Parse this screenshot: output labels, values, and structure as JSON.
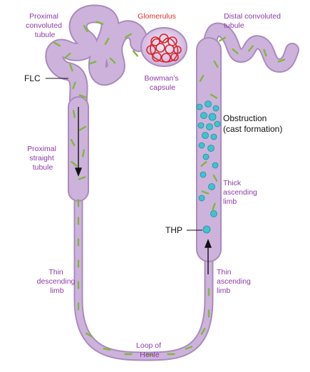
{
  "labels": {
    "proximal_convoluted": [
      "Proximal",
      "convoluted",
      "tubule"
    ],
    "glomerulus": "Glomerulus",
    "distal_convoluted": [
      "Distal convoluted",
      "tubule"
    ],
    "bowmans": [
      "Bowman's",
      "capsule"
    ],
    "flc": "FLC",
    "obstruction": [
      "Obstruction",
      "(cast formation)"
    ],
    "proximal_straight": [
      "Proximal",
      "straight",
      "tubule"
    ],
    "thick_ascending": [
      "Thick",
      "ascending",
      "limb"
    ],
    "thp": "THP",
    "thin_descending": [
      "Thin",
      "descending",
      "limb"
    ],
    "thin_ascending": [
      "Thin",
      "ascending",
      "limb"
    ],
    "loop_of_henle": [
      "Loop of",
      "Henle"
    ]
  },
  "colors": {
    "tubule_fill": "#cdb3dc",
    "tubule_edge": "#a98bbd",
    "label_purple": "#8e3aa8",
    "label_red": "#e0302c",
    "flc_green": "#8cc63f",
    "thp_cyan": "#3ec3cf",
    "glomerulus_red": "#d8262d"
  },
  "icons": [
    "flc-rod-icon",
    "thp-particle-icon",
    "flow-arrow-icon"
  ]
}
